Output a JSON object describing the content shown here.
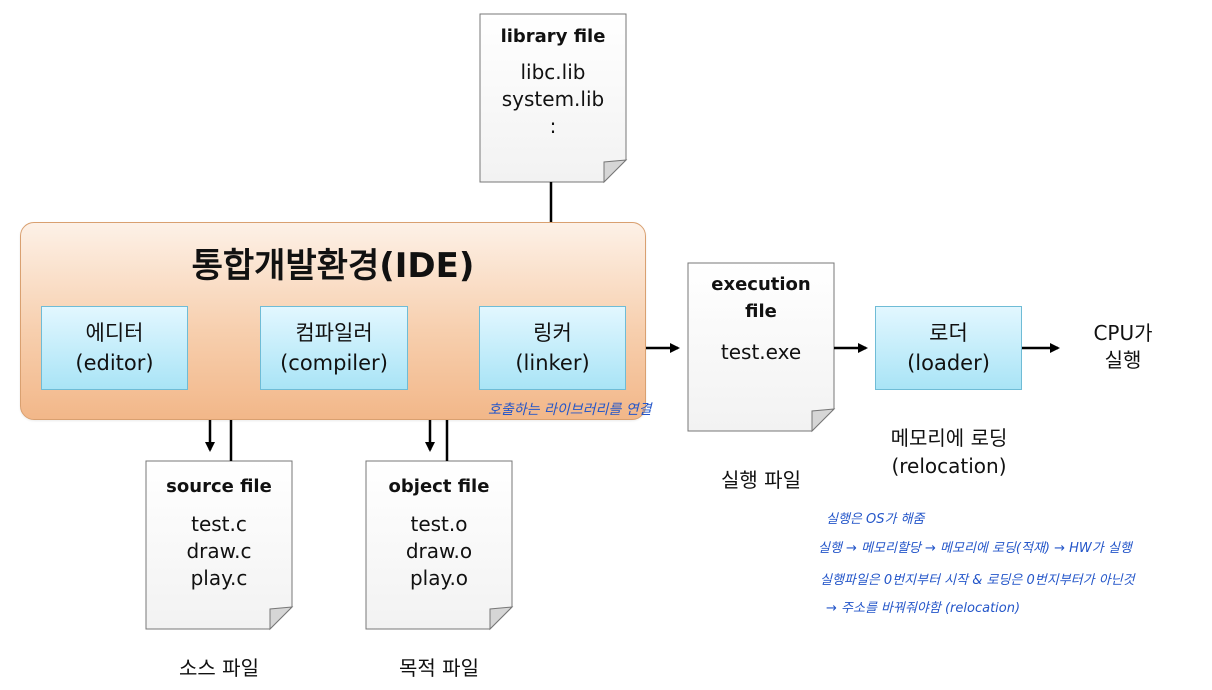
{
  "ide": {
    "title": "통합개발환경(IDE)"
  },
  "processes": {
    "editor": {
      "line1": "에디터",
      "line2": "(editor)"
    },
    "compiler": {
      "line1": "컴파일러",
      "line2": "(compiler)"
    },
    "linker": {
      "line1": "링커",
      "line2": "(linker)"
    },
    "loader": {
      "line1": "로더",
      "line2": "(loader)"
    }
  },
  "files": {
    "library": {
      "title": "library file",
      "lines": [
        "libc.lib",
        "system.lib",
        ":"
      ]
    },
    "source": {
      "title": "source file",
      "lines": [
        "test.c",
        "draw.c",
        "play.c"
      ]
    },
    "object": {
      "title": "object file",
      "lines": [
        "test.o",
        "draw.o",
        "play.o"
      ]
    },
    "execution": {
      "title_line1": "execution",
      "title_line2": "file",
      "lines": [
        "test.exe"
      ]
    }
  },
  "captions": {
    "source": "소스 파일",
    "object": "목적 파일",
    "execution": "실행 파일",
    "loader_line1": "메모리에 로딩",
    "loader_line2": "(relocation)",
    "cpu_line1": "CPU가",
    "cpu_line2": "실행"
  },
  "handwritten": {
    "linker_note": "호출하는 라이브러리를 연결",
    "notes": [
      "실행은 OS가 해줌",
      "실행 → 메모리할당 → 메모리에 로딩(적재) → HW가 실행",
      "실행파일은 0번지부터 시작 & 로딩은 0번지부터가 아닌것",
      "→ 주소를 바꿔줘야함 (relocation)"
    ]
  },
  "colors": {
    "ide_fill": "#f5c39c",
    "process_fill": "#bfeaf8",
    "handwriting": "#2456c9"
  }
}
